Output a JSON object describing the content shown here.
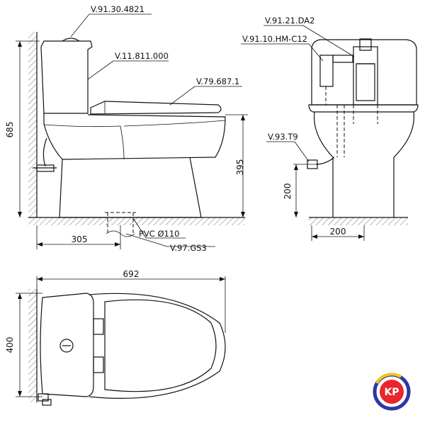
{
  "side_view": {
    "tank_code": "V.91.30.4821",
    "body_code": "V.11.811.000",
    "seat_code": "V.79.687.1",
    "drain_code": "PVC Ø110",
    "flange_code": "V.97.GS3",
    "dim_height": "685",
    "dim_seat_height": "395",
    "dim_rough_in": "305"
  },
  "front_view": {
    "valve_code": "V.91.21.DA2",
    "fill_code": "V.91.10.HM-C12",
    "hose_code": "V.93.T9",
    "dim_supply_height": "200",
    "dim_supply_offset": "200"
  },
  "top_view": {
    "dim_length": "692",
    "dim_width": "400"
  },
  "logo": {
    "text": "KP",
    "ring_color": "#2b3aa0",
    "fill_color": "#e8262d"
  }
}
